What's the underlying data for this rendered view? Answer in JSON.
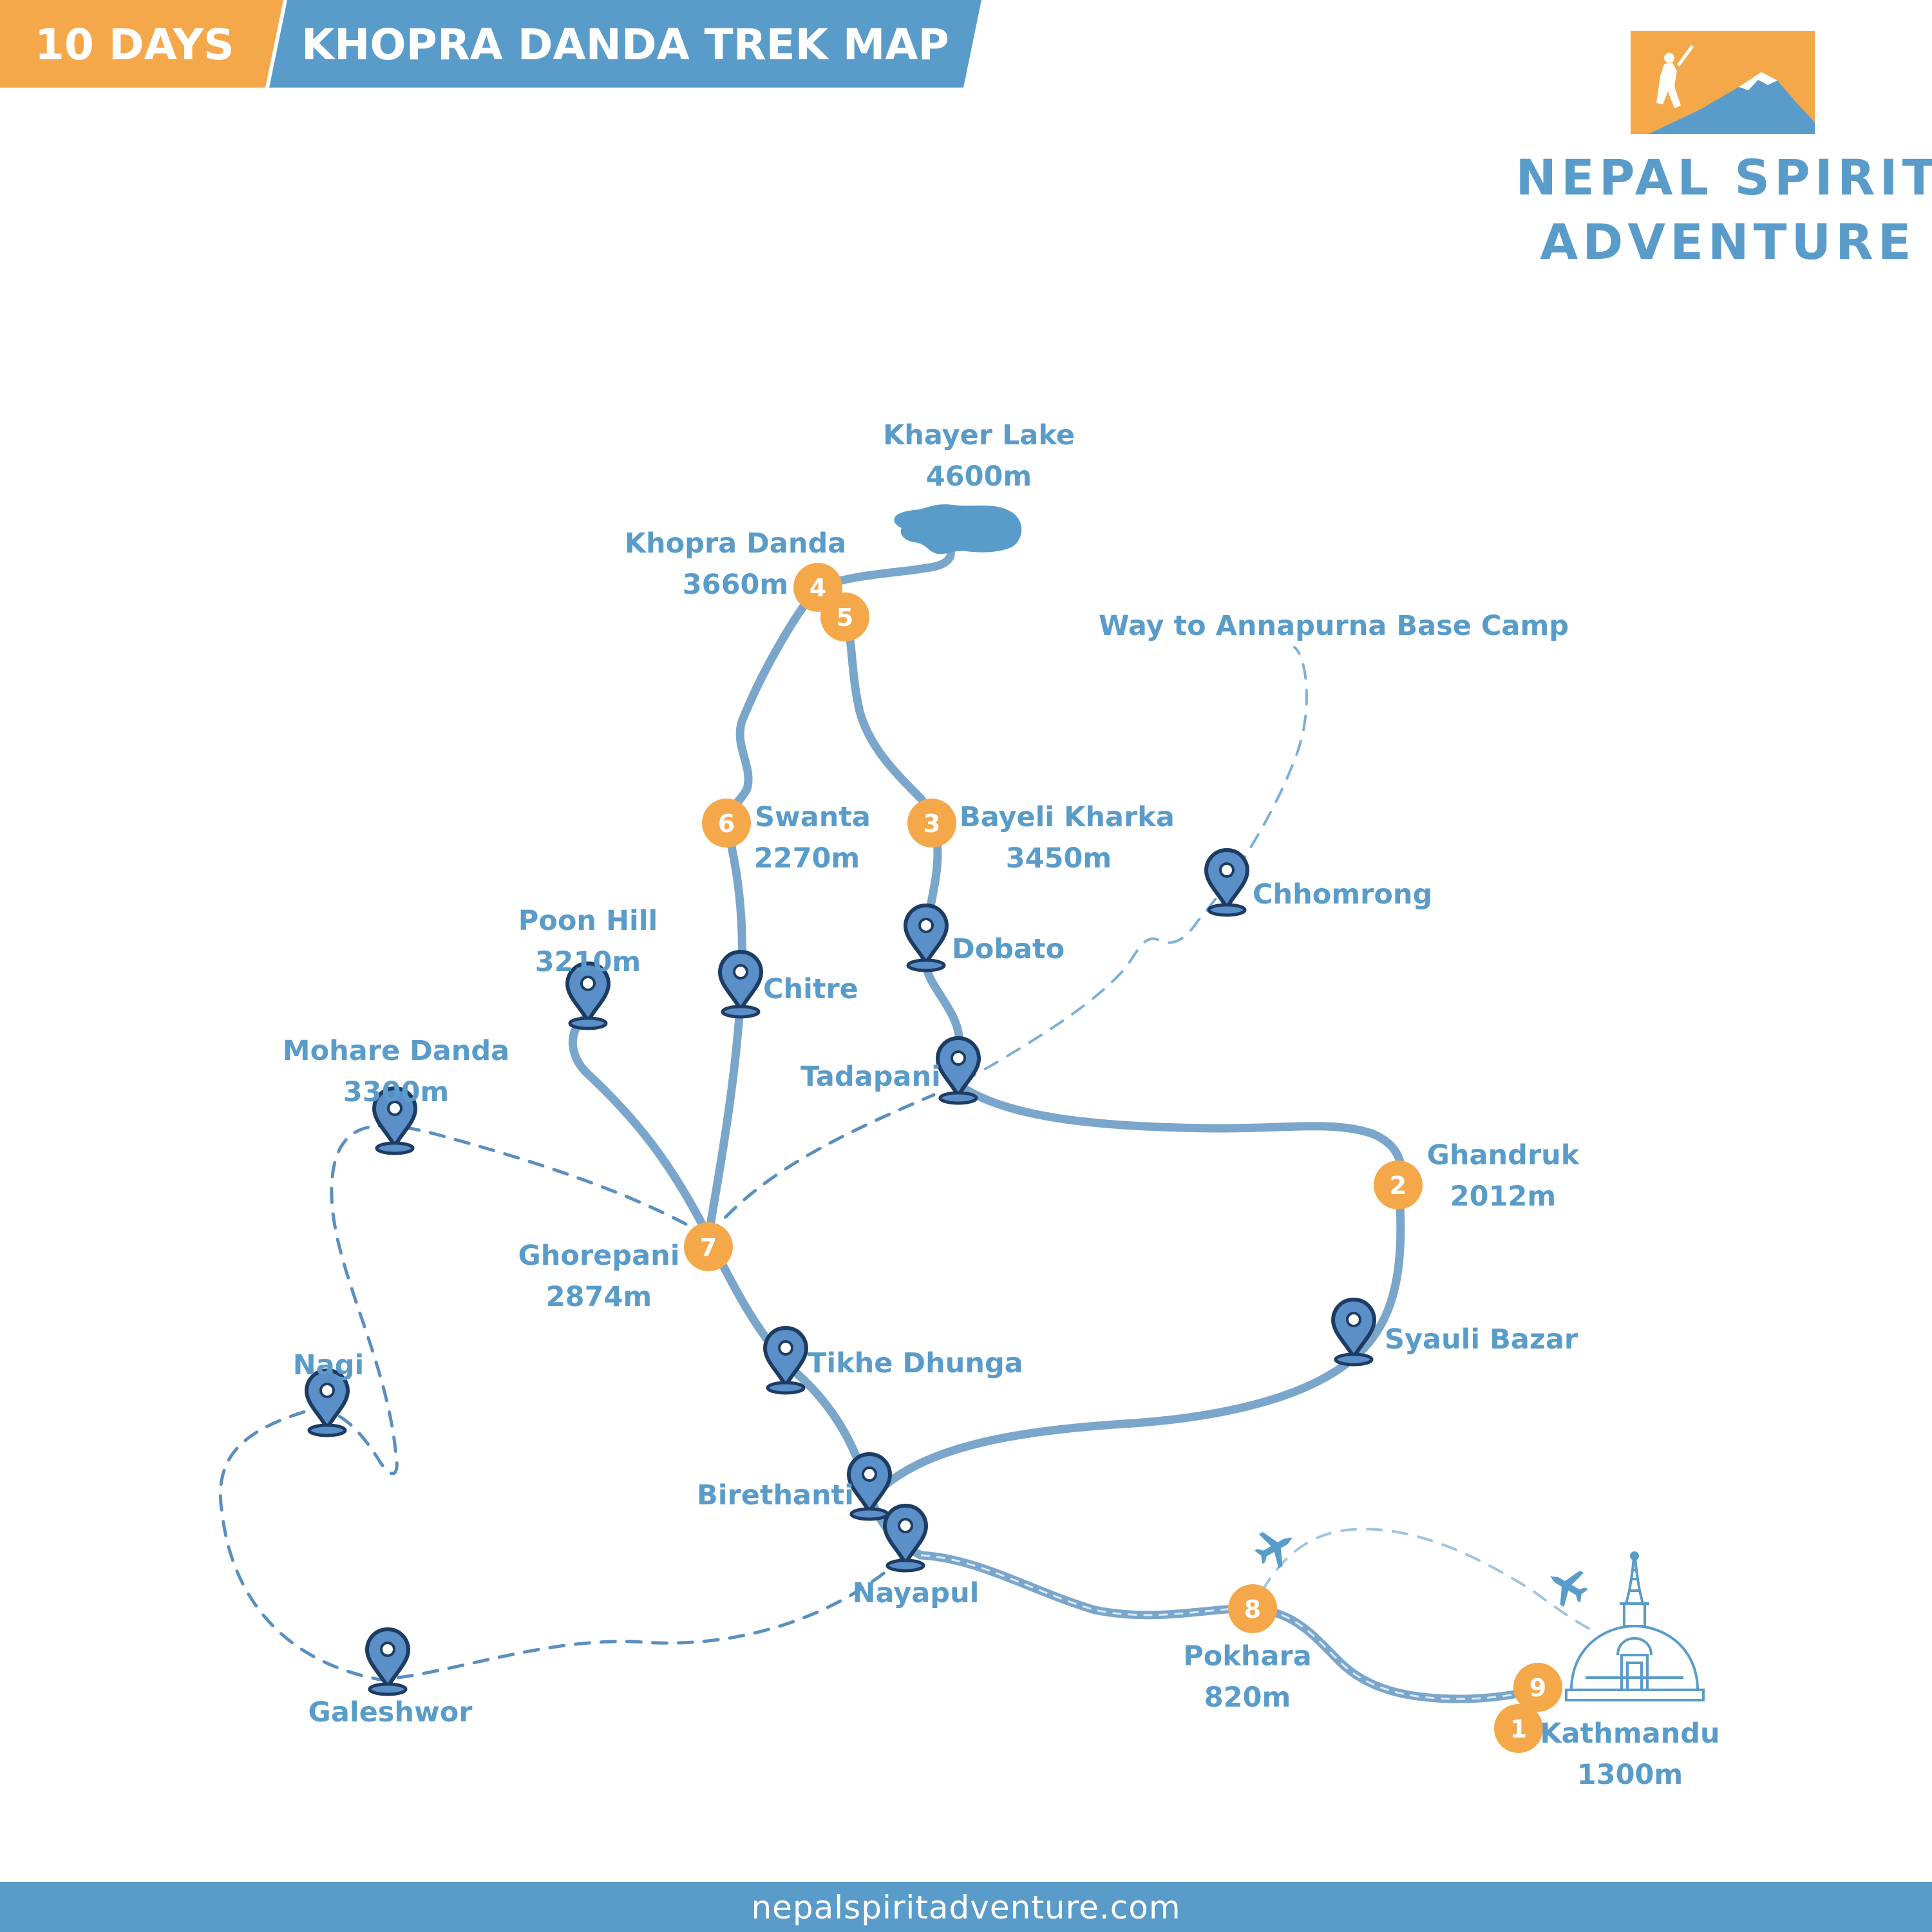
{
  "header": {
    "days_label": "10 DAYS",
    "title": "KHOPRA DANDA TREK MAP"
  },
  "brand": {
    "line1": "NEPAL SPIRIT",
    "line2": "ADVENTURE"
  },
  "footer": {
    "website": "nepalspiritadventure.com"
  },
  "colors": {
    "orange": "#f5a84a",
    "blue": "#5a9cc9",
    "route": "#7aa6cc",
    "pin": "#1e3c63"
  },
  "labels": {
    "khayer_lake": {
      "name": "Khayer Lake",
      "alt": "4600m"
    },
    "khopra_danda": {
      "name": "Khopra Danda",
      "alt": "3660m"
    },
    "way_abc": {
      "name": "Way to Annapurna Base Camp"
    },
    "swanta": {
      "name": "Swanta",
      "alt": "2270m"
    },
    "bayeli_kharka": {
      "name": "Bayeli Kharka",
      "alt": "3450m"
    },
    "chhomrong": {
      "name": "Chhomrong"
    },
    "poon_hill": {
      "name": "Poon Hill",
      "alt": "3210m"
    },
    "dobato": {
      "name": "Dobato"
    },
    "chitre": {
      "name": "Chitre"
    },
    "tadapani": {
      "name": "Tadapani"
    },
    "mohare_danda": {
      "name": "Mohare Danda",
      "alt": "3300m"
    },
    "ghandruk": {
      "name": "Ghandruk",
      "alt": "2012m"
    },
    "ghorepani": {
      "name": "Ghorepani",
      "alt": "2874m"
    },
    "syauli_bazar": {
      "name": "Syauli Bazar"
    },
    "tikhe_dhunga": {
      "name": "Tikhe Dhunga"
    },
    "nagi": {
      "name": "Nagi"
    },
    "birethanti": {
      "name": "Birethanti"
    },
    "nayapul": {
      "name": "Nayapul"
    },
    "pokhara": {
      "name": "Pokhara",
      "alt": "820m"
    },
    "galeshwor": {
      "name": "Galeshwor"
    },
    "kathmandu": {
      "name": "Kathmandu",
      "alt": "1300m"
    }
  },
  "day_markers": [
    "1",
    "2",
    "3",
    "4",
    "5",
    "6",
    "7",
    "8",
    "9"
  ]
}
